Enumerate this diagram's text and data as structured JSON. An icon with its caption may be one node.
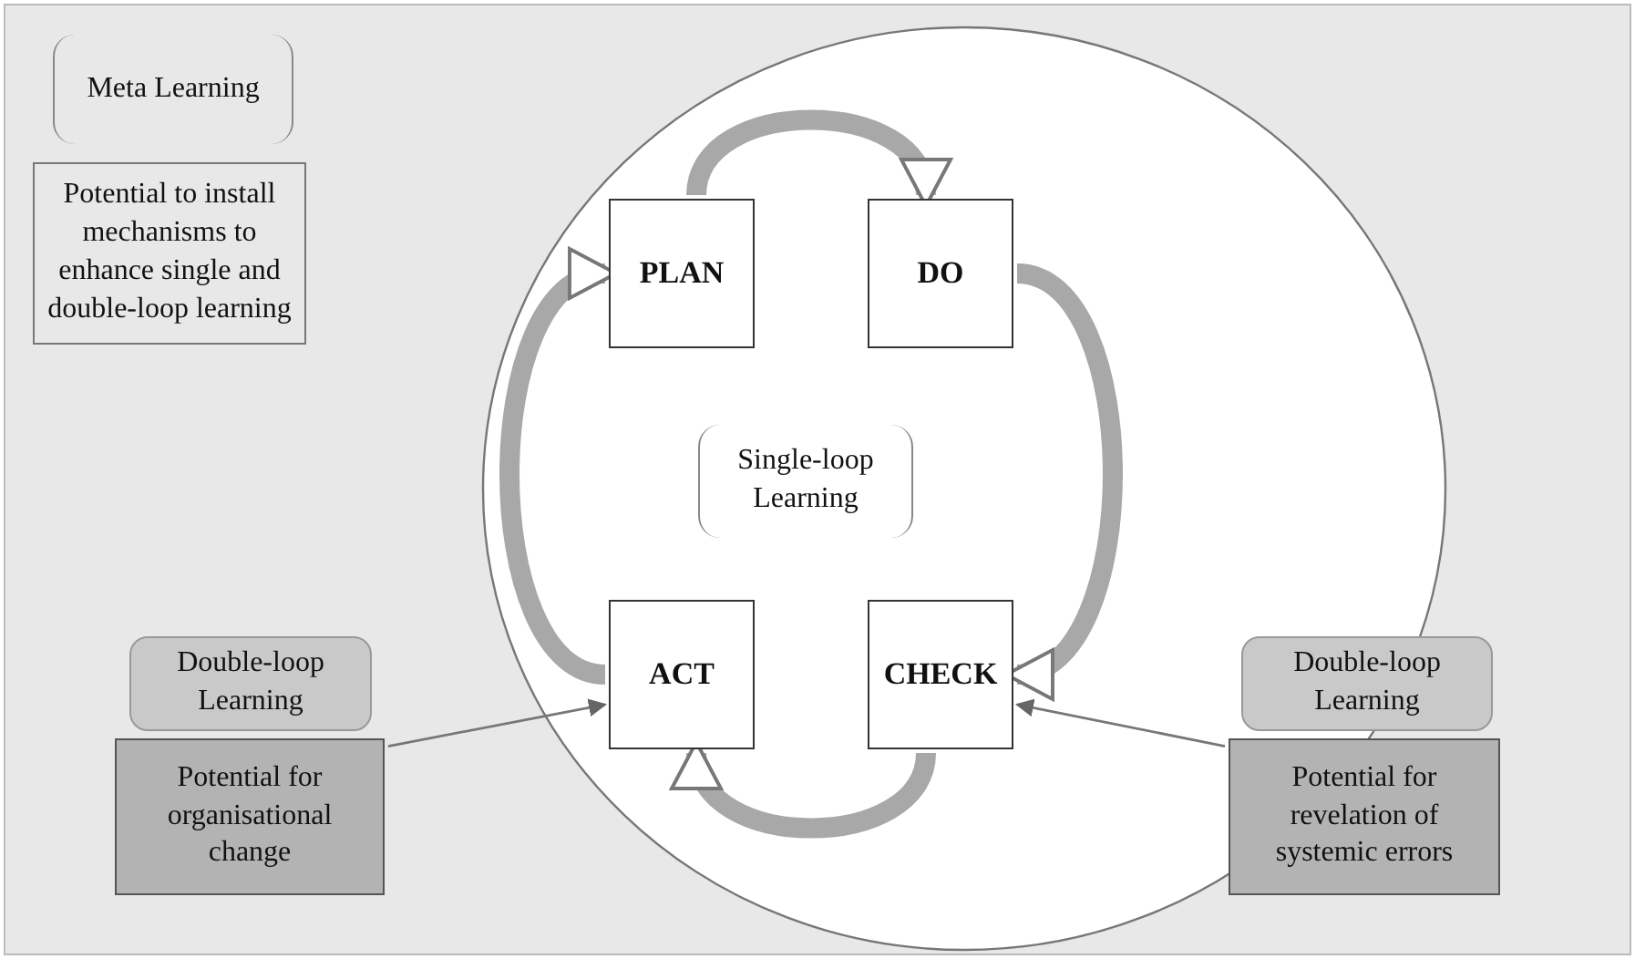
{
  "diagram": {
    "nodes": [
      {
        "text": [],
        "shape": "circle"
      },
      {
        "text": [
          "PLAN"
        ],
        "in": 0
      },
      {
        "text": [
          "DO"
        ],
        "in": 0
      },
      {
        "text": [
          "Single-loop Learning"
        ],
        "in": 0
      },
      {
        "text": [
          "ACT"
        ],
        "in": 0
      },
      {
        "text": [
          "CHECK"
        ],
        "in": 0
      },
      {
        "text": [
          "Meta Learning"
        ]
      },
      {
        "text": [
          "Potential to install mechanisms to enhance single and double-loop learning"
        ]
      },
      {
        "text": [
          "Double-loop Learning"
        ]
      },
      {
        "text": [
          "Potential for organisational change"
        ]
      },
      {
        "text": [
          "Double-loop Learning"
        ]
      },
      {
        "text": [
          "Potential for revelation of systemic errors"
        ]
      }
    ],
    "edges": [
      {
        "from": 1,
        "to": 2,
        "arrow": "to"
      },
      {
        "from": 2,
        "to": 5,
        "arrow": "to"
      },
      {
        "from": 5,
        "to": 4,
        "arrow": "to"
      },
      {
        "from": 4,
        "to": 1,
        "arrow": "to"
      },
      {
        "from": 9,
        "to": 4,
        "arrow": "to"
      },
      {
        "from": 11,
        "to": 5,
        "arrow": "to"
      }
    ]
  }
}
